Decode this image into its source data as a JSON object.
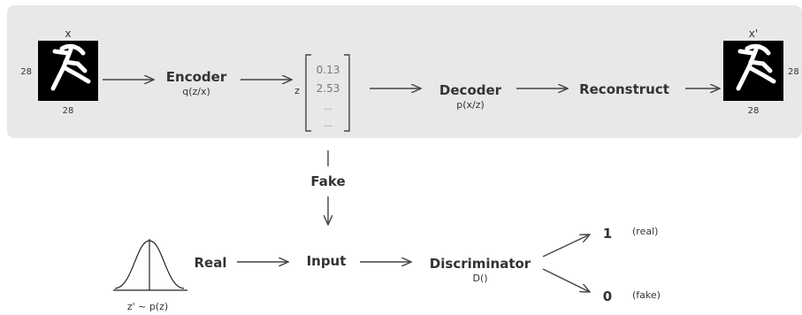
{
  "encoder_section": {
    "input_image": {
      "symbol": "x",
      "width_label": "28",
      "height_label": "28"
    },
    "encoder": {
      "label": "Encoder",
      "sub": "q(z/x)"
    },
    "latent": {
      "symbol": "z",
      "values": [
        "0.13",
        "2.53",
        "...",
        "..."
      ]
    },
    "decoder": {
      "label": "Decoder",
      "sub": "p(x/z)"
    },
    "reconstruct": {
      "label": "Reconstruct"
    },
    "output_image": {
      "symbol": "x'",
      "width_label": "28",
      "height_label": "28"
    }
  },
  "fake_label": "Fake",
  "discriminator_section": {
    "prior_label": "z' ~ p(z)",
    "real_label": "Real",
    "input_label": "Input",
    "discriminator": {
      "label": "Discriminator",
      "sub": "D()"
    },
    "out_real": {
      "value": "1",
      "label": "(real)"
    },
    "out_fake": {
      "value": "0",
      "label": "(fake)"
    }
  },
  "colors": {
    "panel": "#e8e8e8",
    "image_bg": "#000000",
    "stroke": "#444444"
  }
}
